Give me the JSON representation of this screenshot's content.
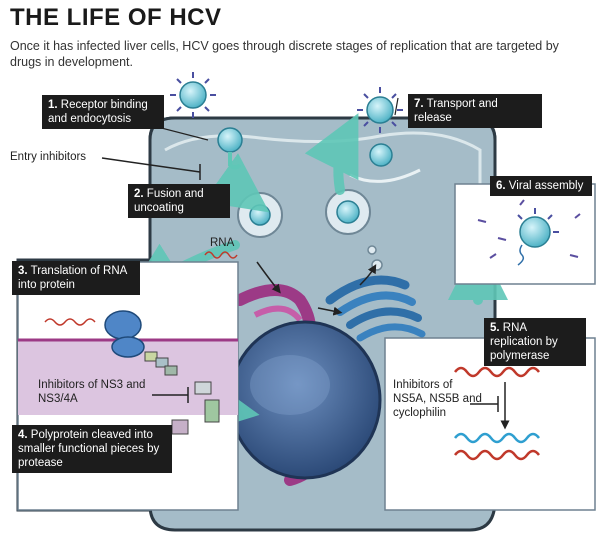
{
  "title": "THE LIFE OF HCV",
  "subtitle": "Once it has infected liver cells, HCV goes through discrete stages of replication that are targeted by drugs in development.",
  "colors": {
    "cell_fill": "#9fb6c2",
    "cell_border": "#2d3a44",
    "arrow_teal": "#5fc7b7",
    "golgi_blue": "#2f6fa8",
    "er_magenta": "#9c3a86",
    "nucleus": "#3a5f8e",
    "virus_teal": "#7fd3e0",
    "rna_red": "#c0392b",
    "rna_blue": "#2f9fd0"
  },
  "steps": {
    "s1": {
      "num": "1.",
      "text": "Receptor binding and endocytosis"
    },
    "s2": {
      "num": "2.",
      "text": "Fusion and uncoating"
    },
    "s3": {
      "num": "3.",
      "text": "Translation of RNA into protein"
    },
    "s4": {
      "num": "4.",
      "text": "Polyprotein cleaved into smaller functional pieces by protease"
    },
    "s5": {
      "num": "5.",
      "text": "RNA replication by polymerase"
    },
    "s6": {
      "num": "6.",
      "text": "Viral assembly"
    },
    "s7": {
      "num": "7.",
      "text": "Transport and release"
    }
  },
  "labels": {
    "entry_inhibitors": "Entry inhibitors",
    "rna": "RNA",
    "ns3_inhibitors": "Inhibitors of NS3 and NS3/4A",
    "ns5_inhibitors": "Inhibitors of NS5A, NS5B and cyclophilin"
  },
  "icons": [
    "virus-particle-icon",
    "inhibition-bar-icon",
    "process-arrow-icon"
  ]
}
